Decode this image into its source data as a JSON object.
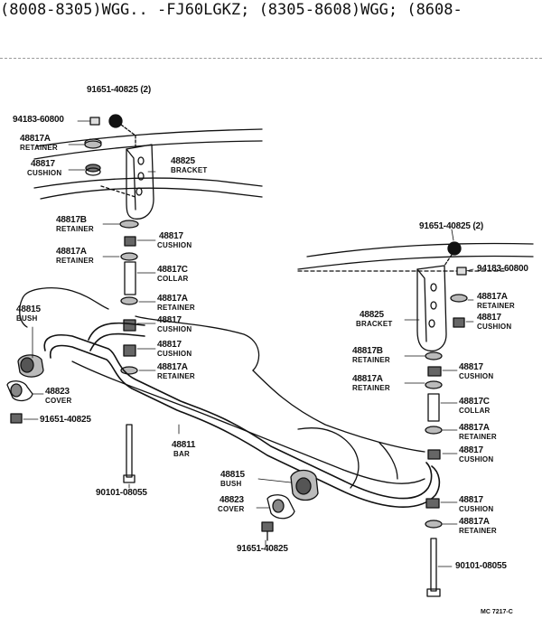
{
  "header": {
    "text": "(8008-8305)WGG.. -FJ60LGKZ; (8305-8608)WGG; (8608-"
  },
  "left_assembly": {
    "bolt_top": {
      "part": "91651-40825 (2)"
    },
    "nut_top": {
      "part": "94183-60800"
    },
    "retainer_top": {
      "part": "48817A",
      "name": "RETAINER"
    },
    "cushion_top": {
      "part": "48817",
      "name": "CUSHION"
    },
    "bracket": {
      "part": "48825",
      "name": "BRACKET"
    },
    "retainer_b": {
      "part": "48817B",
      "name": "RETAINER"
    },
    "cushion_1": {
      "part": "48817",
      "name": "CUSHION"
    },
    "retainer_1": {
      "part": "48817A",
      "name": "RETAINER"
    },
    "collar": {
      "part": "48817C",
      "name": "COLLAR"
    },
    "retainer_2": {
      "part": "48817A",
      "name": "RETAINER"
    },
    "cushion_2": {
      "part": "48817",
      "name": "CUSHION"
    },
    "cushion_3": {
      "part": "48817",
      "name": "CUSHION"
    },
    "retainer_3": {
      "part": "48817A",
      "name": "RETAINER"
    },
    "bush": {
      "part": "48815",
      "name": "BUSH"
    },
    "cover": {
      "part": "48823",
      "name": "COVER"
    },
    "bolt_bottom": {
      "part": "91651-40825"
    },
    "link_bolt": {
      "part": "90101-08055"
    }
  },
  "bar": {
    "part": "48811",
    "name": "BAR"
  },
  "center": {
    "bush": {
      "part": "48815",
      "name": "BUSH"
    },
    "cover": {
      "part": "48823",
      "name": "COVER"
    },
    "bolt": {
      "part": "91651-40825"
    }
  },
  "right_assembly": {
    "bolt_top": {
      "part": "91651-40825 (2)"
    },
    "nut_top": {
      "part": "94183-60800"
    },
    "retainer_top": {
      "part": "48817A",
      "name": "RETAINER"
    },
    "cushion_top": {
      "part": "48817",
      "name": "CUSHION"
    },
    "bracket": {
      "part": "48825",
      "name": "BRACKET"
    },
    "retainer_b": {
      "part": "48817B",
      "name": "RETAINER"
    },
    "cushion_1": {
      "part": "48817",
      "name": "CUSHION"
    },
    "retainer_1": {
      "part": "48817A",
      "name": "RETAINER"
    },
    "collar": {
      "part": "48817C",
      "name": "COLLAR"
    },
    "retainer_2": {
      "part": "48817A",
      "name": "RETAINER"
    },
    "cushion_2": {
      "part": "48817",
      "name": "CUSHION"
    },
    "cushion_3": {
      "part": "48817",
      "name": "CUSHION"
    },
    "retainer_3": {
      "part": "48817A",
      "name": "RETAINER"
    },
    "link_bolt": {
      "part": "90101-08055"
    }
  },
  "footer": {
    "code": "MC 7217-C"
  }
}
